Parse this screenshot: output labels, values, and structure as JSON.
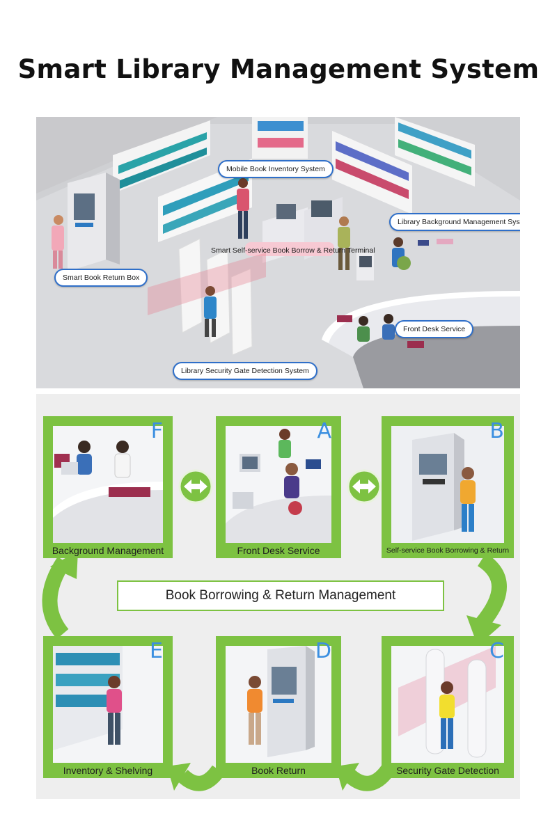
{
  "title": "Smart Library Management System",
  "scene": {
    "callouts": {
      "mobile_inventory": "Mobile Book Inventory System",
      "background_mgmt": "Library Background Management System",
      "self_service_terminal": "Smart Self-service Book Borrow & Return Terminal",
      "return_box": "Smart Book Return Box",
      "front_desk": "Front Desk Service",
      "security_gate": "Library Security Gate Detection System"
    }
  },
  "flow": {
    "center_label": "Book Borrowing & Return Management",
    "panels": {
      "F": {
        "letter": "F",
        "caption": "Background Management"
      },
      "A": {
        "letter": "A",
        "caption": "Front Desk Service"
      },
      "B": {
        "letter": "B",
        "caption": "Self-service Book Borrowing & Return"
      },
      "E": {
        "letter": "E",
        "caption": "Inventory & Shelving"
      },
      "D": {
        "letter": "D",
        "caption": "Book Return"
      },
      "C": {
        "letter": "C",
        "caption": "Security Gate Detection"
      }
    }
  },
  "colors": {
    "accent_green": "#7dc242",
    "callout_border": "#2f6fc9",
    "letter_blue": "#3b8fe0"
  }
}
